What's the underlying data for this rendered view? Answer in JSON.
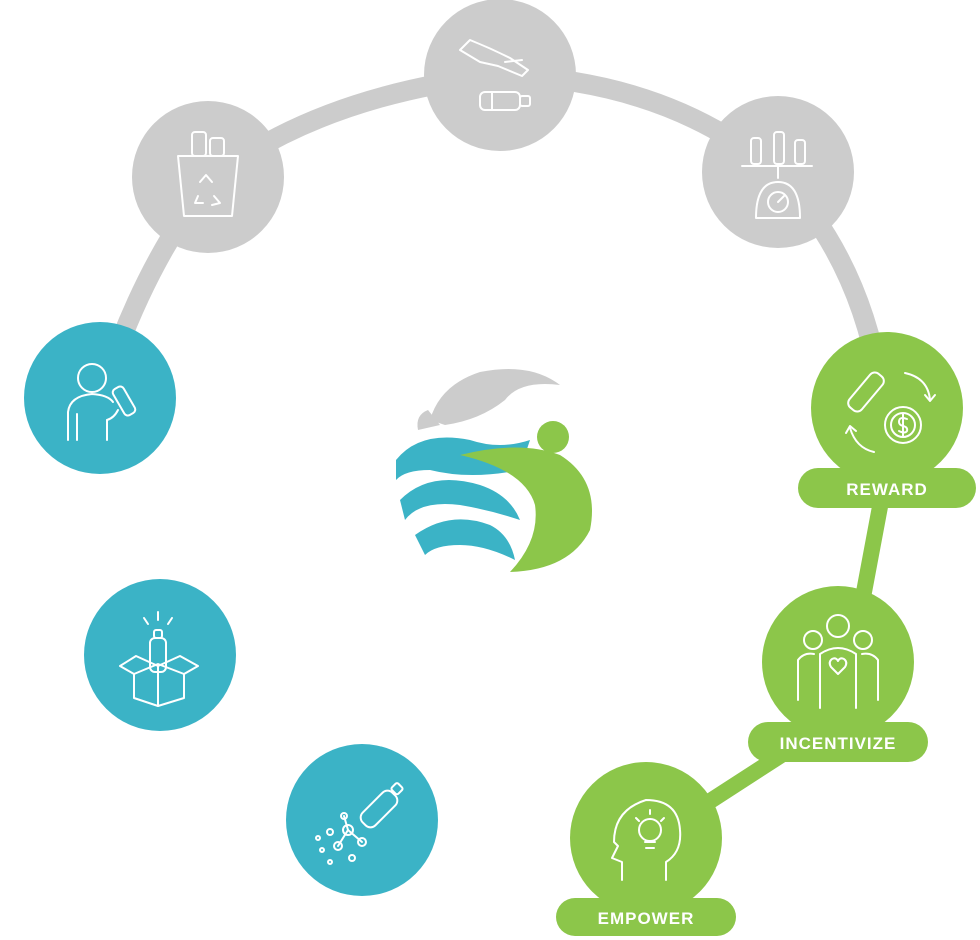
{
  "colors": {
    "gray": "#cccccc",
    "teal": "#3bb3c6",
    "green": "#8cc64a",
    "white": "#ffffff"
  },
  "center_logo": {
    "icon": "bottle-person-logo-icon"
  },
  "steps": [
    {
      "id": "drink",
      "icon": "person-drinking-bottle-icon",
      "color": "teal",
      "label": ""
    },
    {
      "id": "dispose",
      "icon": "recycle-bin-icon",
      "color": "gray",
      "label": ""
    },
    {
      "id": "hand-over",
      "icon": "hand-bottle-icon",
      "color": "gray",
      "label": ""
    },
    {
      "id": "weigh",
      "icon": "scale-bottles-icon",
      "color": "gray",
      "label": ""
    },
    {
      "id": "reward",
      "icon": "bottle-dollar-cycle-icon",
      "color": "green",
      "label": "REWARD"
    },
    {
      "id": "incentivize",
      "icon": "community-heart-icon",
      "color": "green",
      "label": "INCENTIVIZE"
    },
    {
      "id": "empower",
      "icon": "head-lightbulb-icon",
      "color": "green",
      "label": "EMPOWER"
    },
    {
      "id": "recycle-molecules",
      "icon": "bottle-molecules-icon",
      "color": "teal",
      "label": ""
    },
    {
      "id": "package",
      "icon": "box-bottle-icon",
      "color": "teal",
      "label": ""
    }
  ]
}
